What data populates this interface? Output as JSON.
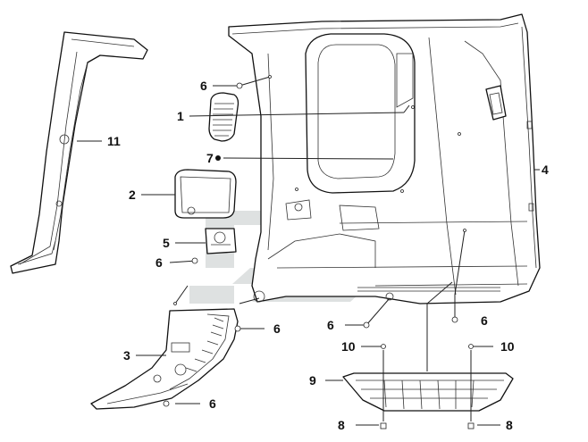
{
  "callouts": [
    {
      "id": "c1",
      "text": "1"
    },
    {
      "id": "c2",
      "text": "2"
    },
    {
      "id": "c3",
      "text": "3"
    },
    {
      "id": "c4",
      "text": "4"
    },
    {
      "id": "c5",
      "text": "5"
    },
    {
      "id": "c6a",
      "text": "6"
    },
    {
      "id": "c6b",
      "text": "6"
    },
    {
      "id": "c6c",
      "text": "6"
    },
    {
      "id": "c6d",
      "text": "6"
    },
    {
      "id": "c6e",
      "text": "6"
    },
    {
      "id": "c6f",
      "text": "6"
    },
    {
      "id": "c7",
      "text": "7"
    },
    {
      "id": "c8a",
      "text": "8"
    },
    {
      "id": "c8b",
      "text": "8"
    },
    {
      "id": "c9",
      "text": "9"
    },
    {
      "id": "c10a",
      "text": "10"
    },
    {
      "id": "c10b",
      "text": "10"
    },
    {
      "id": "c11",
      "text": "11"
    }
  ],
  "colors": {
    "line": "#111111",
    "watermark": "#d9dcdc",
    "background": "#ffffff"
  }
}
